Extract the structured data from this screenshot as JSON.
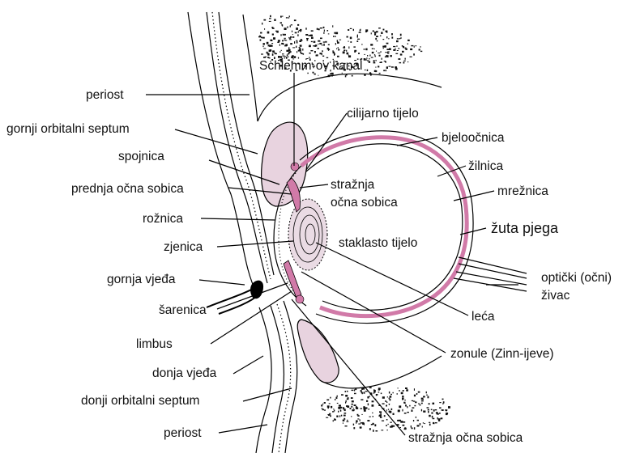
{
  "labels": {
    "schlemm": "Schlemm-ov kanal",
    "periost_top": "periost",
    "gornji_septum": "gornji orbitalni septum",
    "spojnica": "spojnica",
    "prednja_sobica": "prednja očna sobica",
    "roznica": "rožnica",
    "zjenica": "zjenica",
    "gornja_vjeda": "gornja vjeđa",
    "sarenica": "šarenica",
    "limbus": "limbus",
    "donja_vjeda": "donja vjeđa",
    "donji_septum": "donji orbitalni septum",
    "periost_bottom": "periost",
    "cilijarno": "cilijarno tijelo",
    "bjeloocnica": "bjeloočnica",
    "zilnica": "žilnica",
    "mreznica": "mrežnica",
    "zuta_pjega": "žuta pjega",
    "straznja_sobica_1": "stražnja",
    "straznja_sobica_2": "očna sobica",
    "staklasto": "staklasto tijelo",
    "opticki_1": "optički (očni)",
    "opticki_2": "živac",
    "leca": "leća",
    "zonule": "zonule (Zinn-ijeve)",
    "straznja_sobica_bottom": "stražnja očna sobica"
  },
  "colors": {
    "choroid_pink": "#d17aa8",
    "lid_pink": "#e8d3df",
    "lens_pink": "#eadbe4",
    "bone_stipple": "#111111"
  }
}
